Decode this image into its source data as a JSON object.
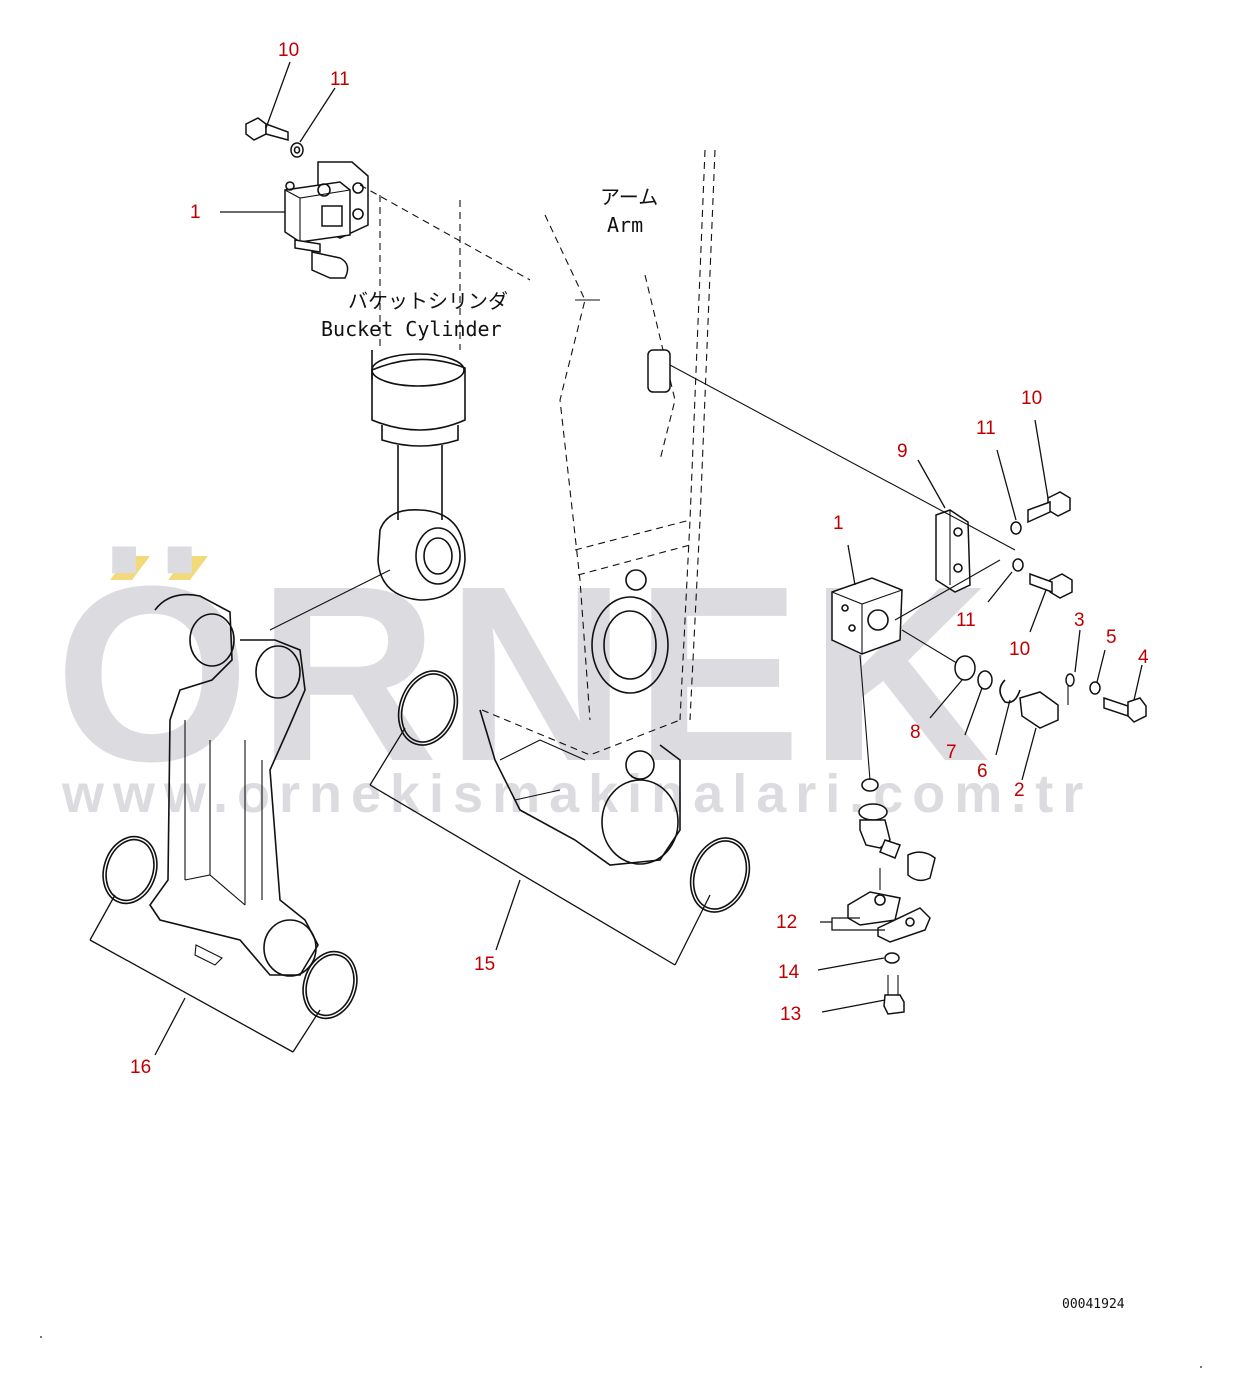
{
  "labels": {
    "bucket_cylinder_jp": "バケットシリンダ",
    "bucket_cylinder_en": "Bucket Cylinder",
    "arm_jp": "アーム",
    "arm_en": "Arm"
  },
  "drawing_code": "00041924",
  "watermark": {
    "logo": "ÖRNEK",
    "url": "www.ornekismakinalari.com.tr",
    "color": "#dcdce0",
    "accent": "#f2d97a"
  },
  "callout_color": "#c00000",
  "callouts": {
    "a_10": "10",
    "a_11": "11",
    "a_1": "1",
    "b_10": "10",
    "b_11": "11",
    "b_9": "9",
    "b_1": "1",
    "b_11b": "11",
    "b_10b": "10",
    "b_3": "3",
    "b_5": "5",
    "b_4": "4",
    "b_8": "8",
    "b_7": "7",
    "b_6": "6",
    "b_2": "2",
    "b_12": "12",
    "b_14": "14",
    "b_13": "13",
    "c_15": "15",
    "c_16": "16"
  }
}
